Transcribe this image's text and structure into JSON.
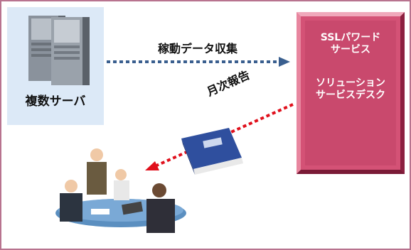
{
  "labels": {
    "servers": "複数サーバ",
    "flow": "稼動データ収集",
    "monthly": "月次報告"
  },
  "service": {
    "line1": "SSLパワード",
    "line2": "サービス",
    "line3": "ソリューション",
    "line4": "サービスデスク"
  },
  "colors": {
    "frame": "#b8738f",
    "server_bg": "#dce9f7",
    "service_box": "#d45276",
    "data_arrow": "#3a5f8f",
    "report_arrow": "#e0101c"
  }
}
